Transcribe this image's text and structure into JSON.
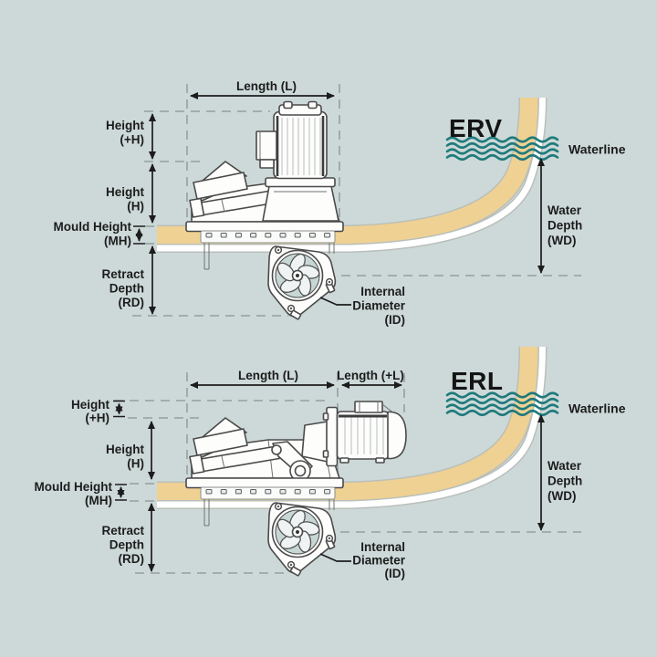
{
  "palette": {
    "background": "#cdd9d8",
    "hull": "#efd193",
    "hull_edge": "#b9bfba",
    "hull_inner": "#ffffff",
    "wave_teal": "#1f7a7c",
    "dash_gray": "#93a09e",
    "dimension_ink": "#1c1c1c",
    "drawing_line": "#4a4a4a"
  },
  "top": {
    "model": "ERV",
    "length_l": "Length (L)",
    "waterline": "Waterline",
    "height_plus": [
      "Height",
      "(+H)"
    ],
    "height_h": [
      "Height",
      "(H)"
    ],
    "mould_height": [
      "Mould Height",
      "(MH)"
    ],
    "retract_depth": [
      "Retract",
      "Depth",
      "(RD)"
    ],
    "internal_diameter": [
      "Internal",
      "Diameter",
      "(ID)"
    ],
    "water_depth": [
      "Water",
      "Depth",
      "(WD)"
    ]
  },
  "bottom": {
    "model": "ERL",
    "length_l": "Length (L)",
    "length_plus": "Length (+L)",
    "waterline": "Waterline",
    "height_plus": [
      "Height",
      "(+H)"
    ],
    "height_h": [
      "Height",
      "(H)"
    ],
    "mould_height": [
      "Mould Height",
      "(MH)"
    ],
    "retract_depth": [
      "Retract",
      "Depth",
      "(RD)"
    ],
    "internal_diameter": [
      "Internal",
      "Diameter",
      "(ID)"
    ],
    "water_depth": [
      "Water",
      "Depth",
      "(WD)"
    ]
  }
}
